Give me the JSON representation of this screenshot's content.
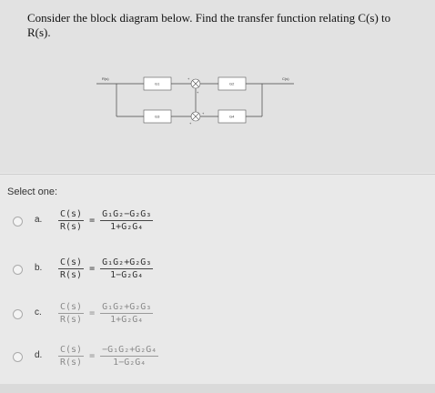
{
  "question": {
    "text": "Consider the block diagram below. Find the transfer function relating C(s) to R(s)."
  },
  "diagram": {
    "input_label": "R(s)",
    "output_label": "C(s)",
    "blocks": [
      "G1",
      "G2",
      "G3",
      "G4"
    ]
  },
  "select_label": "Select one:",
  "options": [
    {
      "letter": "a.",
      "lhs_num": "C(s)",
      "lhs_den": "R(s)",
      "rhs_num": "G₁G₂−G₂G₃",
      "rhs_den": "1+G₂G₄"
    },
    {
      "letter": "b.",
      "lhs_num": "C(s)",
      "lhs_den": "R(s)",
      "rhs_num": "G₁G₂+G₂G₃",
      "rhs_den": "1−G₂G₄"
    },
    {
      "letter": "c.",
      "lhs_num": "C(s)",
      "lhs_den": "R(s)",
      "rhs_num": "G₁G₂+G₂G₃",
      "rhs_den": "1+G₂G₄"
    },
    {
      "letter": "d.",
      "lhs_num": "C(s)",
      "lhs_den": "R(s)",
      "rhs_num": "−G₁G₂+G₂G₄",
      "rhs_den": "1−G₂G₄"
    }
  ]
}
